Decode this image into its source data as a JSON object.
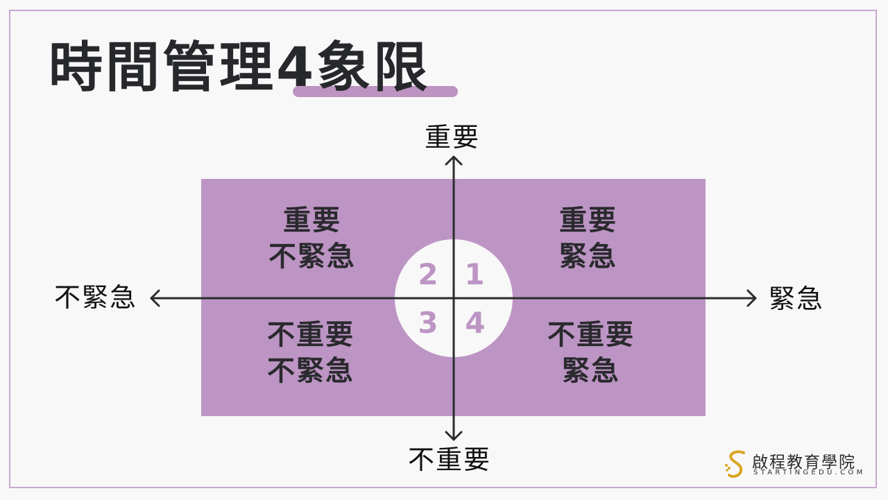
{
  "title": {
    "text": "時間管理4象限",
    "highlight_color": "#bc93c1"
  },
  "colors": {
    "background": "#f8f8f8",
    "frame_border": "#c9a6d2",
    "quadrant_fill": "#bd95c4",
    "text_dark": "#2a2a2e",
    "logo_gold": "#d9a521"
  },
  "axes": {
    "top": "重要",
    "bottom": "不重要",
    "left": "不緊急",
    "right": "緊急"
  },
  "quadrants": [
    {
      "number": "1",
      "line1": "重要",
      "line2": "緊急",
      "position": "top-right"
    },
    {
      "number": "2",
      "line1": "重要",
      "line2": "不緊急",
      "position": "top-left"
    },
    {
      "number": "3",
      "line1": "不重要",
      "line2": "不緊急",
      "position": "bottom-left"
    },
    {
      "number": "4",
      "line1": "不重要",
      "line2": "緊急",
      "position": "bottom-right"
    }
  ],
  "logo": {
    "name_cn": "啟程教育學院",
    "domain": "STARTINGEDU.COM",
    "icon": "s-swirl-logo-icon"
  }
}
